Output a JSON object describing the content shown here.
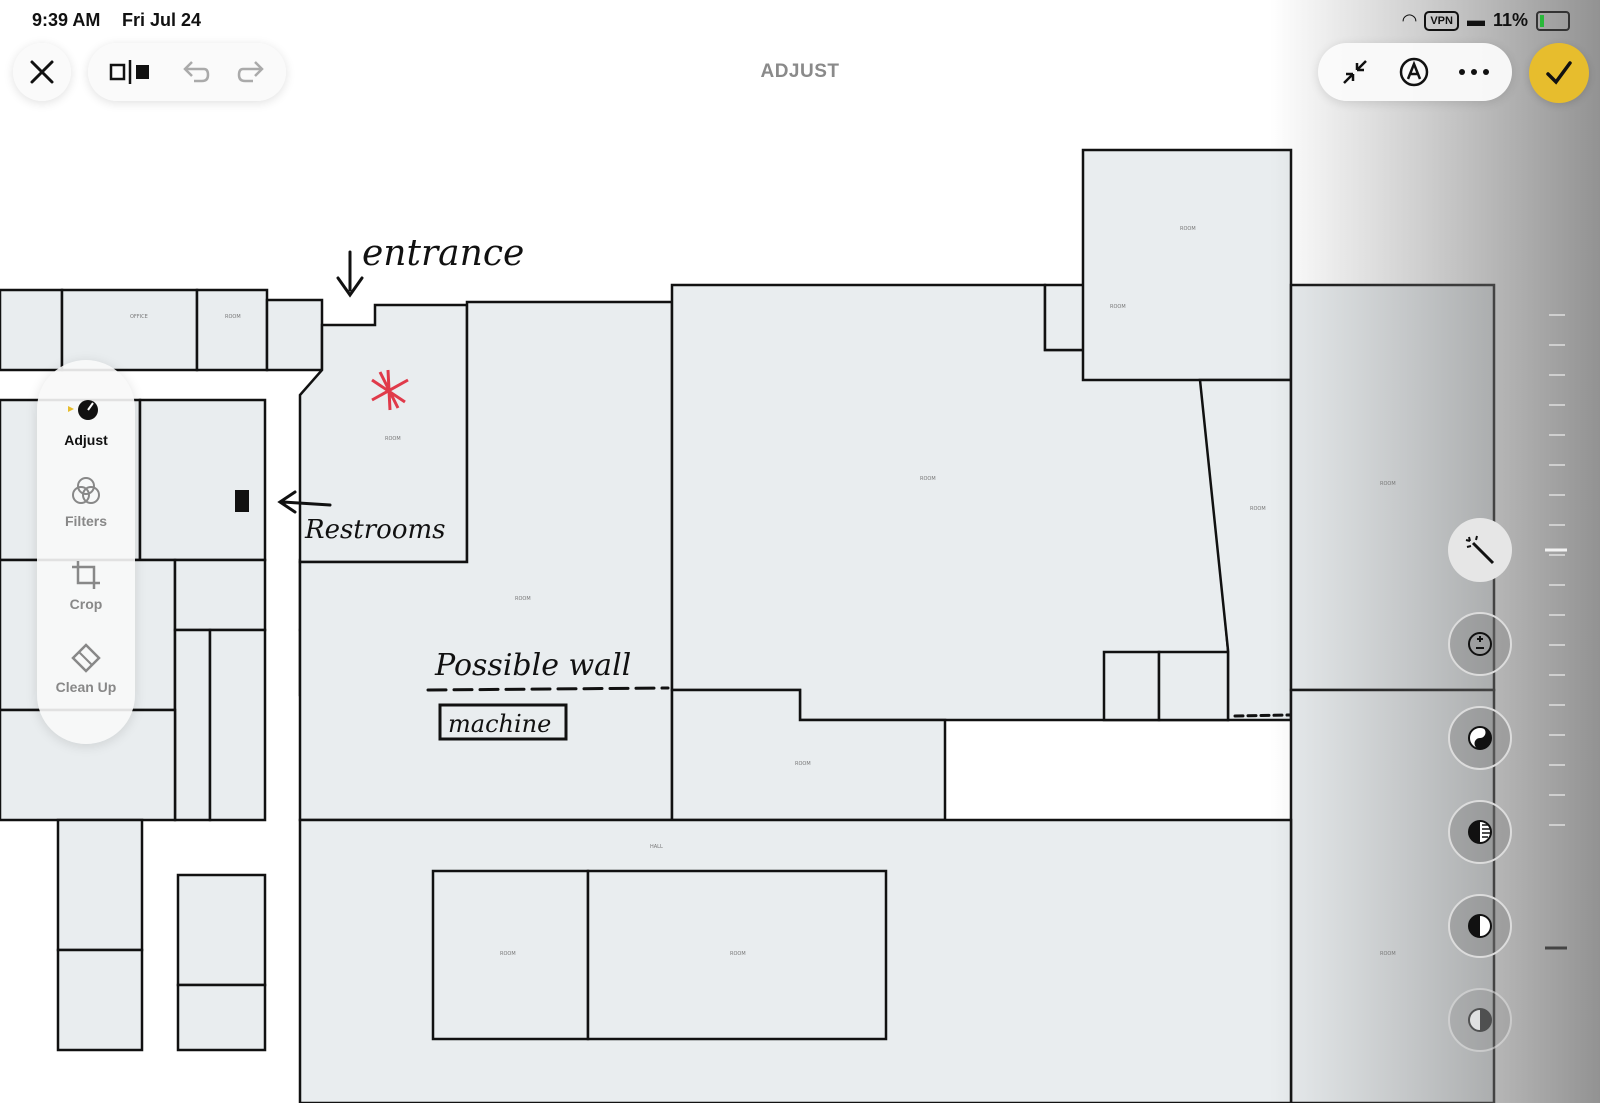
{
  "status_bar": {
    "time": "9:39 AM",
    "date": "Fri Jul 24",
    "vpn": "VPN",
    "battery": "11%"
  },
  "toolbar": {
    "title": "ADJUST",
    "close_icon": "close-icon",
    "compare_icon": "compare-icon",
    "undo_icon": "undo-icon",
    "redo_icon": "redo-icon",
    "shrink_icon": "shrink-icon",
    "markup_icon": "markup-icon",
    "more_icon": "more-icon",
    "done_icon": "checkmark-icon",
    "done_color": "#e7bd2d"
  },
  "tools": [
    {
      "label": "Adjust",
      "icon": "adjust-dial-icon",
      "active": true
    },
    {
      "label": "Filters",
      "icon": "filters-icon",
      "active": false
    },
    {
      "label": "Crop",
      "icon": "crop-icon",
      "active": false
    },
    {
      "label": "Clean Up",
      "icon": "eraser-icon",
      "active": false
    }
  ],
  "adjustments": [
    "auto-enhance-icon",
    "exposure-icon",
    "brilliance-icon",
    "highlights-icon",
    "shadows-icon",
    "contrast-icon"
  ],
  "annotations": {
    "entrance": "entrance",
    "restrooms": "Restrooms",
    "possible_wall": "Possible wall",
    "machine": "machine"
  }
}
